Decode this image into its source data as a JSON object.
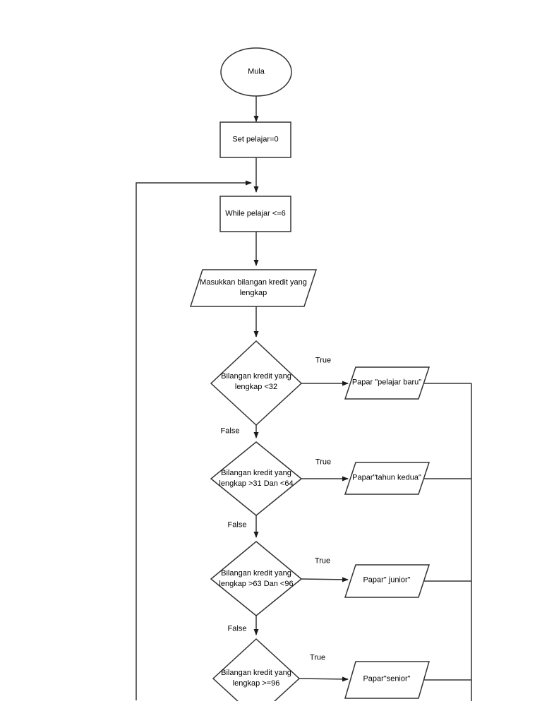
{
  "flowchart": {
    "colors": {
      "stroke": "#333333",
      "arrow_fill": "#1a1a1a",
      "text": "#000000",
      "background": "#ffffff"
    },
    "nodes": {
      "start": "Mula",
      "init": "Set pelajar=0",
      "loop": "While pelajar <=6",
      "input": "Masukkan bilangan kredit yang lengkap",
      "decision1": "Bilangan kredit yang lengkap <32",
      "output1": "Papar \"pelajar baru\"",
      "decision2": "Bilangan kredit yang lengkap >31 Dan <64",
      "output2": "Papar\"tahun kedua\"",
      "decision3": "Bilangan kredit yang lengkap >63 Dan <96",
      "output3": "Papar\" junior\"",
      "decision4": "Bilangan kredit yang lengkap >=96",
      "output4": "Papar\"senior\""
    },
    "edge_labels": {
      "true": "True",
      "false": "False"
    }
  }
}
